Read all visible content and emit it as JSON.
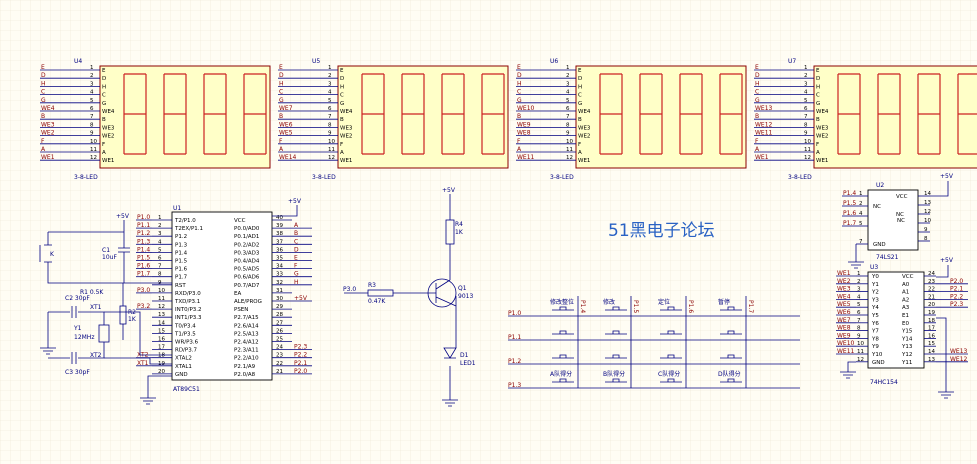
{
  "watermark": "51黑电子论坛",
  "power": "+5V",
  "displays": [
    {
      "ref": "U4",
      "part": "3-8-LED",
      "pins": [
        "E",
        "D",
        "H",
        "C",
        "G",
        "WE4",
        "B",
        "WE3",
        "WE2",
        "F",
        "A",
        "WE1"
      ],
      "nets": [
        "E",
        "D",
        "H",
        "C",
        "G",
        "WE4",
        "B",
        "WE3",
        "WE2",
        "F",
        "A",
        "WE1"
      ]
    },
    {
      "ref": "U5",
      "part": "3-8-LED",
      "pins": [
        "E",
        "D",
        "H",
        "C",
        "G",
        "WE4",
        "B",
        "WE3",
        "WE2",
        "F",
        "A",
        "WE1"
      ],
      "nets": [
        "E",
        "D",
        "H",
        "C",
        "G",
        "WE7",
        "B",
        "WE6",
        "WE5",
        "F",
        "A",
        "WE14"
      ]
    },
    {
      "ref": "U6",
      "part": "3-8-LED",
      "pins": [
        "E",
        "D",
        "H",
        "C",
        "G",
        "WE4",
        "B",
        "WE3",
        "WE2",
        "F",
        "A",
        "WE1"
      ],
      "nets": [
        "E",
        "D",
        "H",
        "C",
        "G",
        "WE10",
        "B",
        "WE9",
        "WE8",
        "F",
        "A",
        "WE11"
      ]
    },
    {
      "ref": "U7",
      "part": "3-8-LED",
      "pins": [
        "E",
        "D",
        "H",
        "C",
        "G",
        "WE4",
        "B",
        "WE3",
        "WE2",
        "F",
        "A",
        "WE1"
      ],
      "nets": [
        "E",
        "D",
        "H",
        "C",
        "G",
        "WE13",
        "B",
        "WE12",
        "WE11",
        "F",
        "A",
        "WE1"
      ]
    }
  ],
  "mcu": {
    "ref": "U1",
    "part": "AT89C51",
    "left": [
      {
        "n": "1",
        "l": "T2/P1.0"
      },
      {
        "n": "2",
        "l": "T2EX/P1.1"
      },
      {
        "n": "3",
        "l": "P1.2"
      },
      {
        "n": "4",
        "l": "P1.3"
      },
      {
        "n": "5",
        "l": "P1.4"
      },
      {
        "n": "6",
        "l": "P1.5"
      },
      {
        "n": "7",
        "l": "P1.6"
      },
      {
        "n": "8",
        "l": "P1.7"
      },
      {
        "n": "9",
        "l": "RST"
      },
      {
        "n": "10",
        "l": "RXD/P3.0"
      },
      {
        "n": "11",
        "l": "TXD/P3.1"
      },
      {
        "n": "12",
        "l": "INT0/P3.2"
      },
      {
        "n": "13",
        "l": "INT1/P3.3"
      },
      {
        "n": "14",
        "l": "T0/P3.4"
      },
      {
        "n": "15",
        "l": "T1/P3.5"
      },
      {
        "n": "16",
        "l": "WR/P3.6"
      },
      {
        "n": "17",
        "l": "RD/P3.7"
      },
      {
        "n": "18",
        "l": "XTAL2"
      },
      {
        "n": "19",
        "l": "XTAL1"
      },
      {
        "n": "20",
        "l": "GND"
      }
    ],
    "right": [
      {
        "n": "40",
        "l": "VCC"
      },
      {
        "n": "39",
        "l": "P0.0/AD0"
      },
      {
        "n": "38",
        "l": "P0.1/AD1"
      },
      {
        "n": "37",
        "l": "P0.2/AD2"
      },
      {
        "n": "36",
        "l": "P0.3/AD3"
      },
      {
        "n": "35",
        "l": "P0.4/AD4"
      },
      {
        "n": "34",
        "l": "P0.5/AD5"
      },
      {
        "n": "33",
        "l": "P0.6/AD6"
      },
      {
        "n": "32",
        "l": "P0.7/AD7"
      },
      {
        "n": "31",
        "l": "EA"
      },
      {
        "n": "30",
        "l": "ALE/PROG"
      },
      {
        "n": "29",
        "l": "PSEN"
      },
      {
        "n": "28",
        "l": "P2.7/A15"
      },
      {
        "n": "27",
        "l": "P2.6/A14"
      },
      {
        "n": "26",
        "l": "P2.5/A13"
      },
      {
        "n": "25",
        "l": "P2.4/A12"
      },
      {
        "n": "24",
        "l": "P2.3/A11"
      },
      {
        "n": "23",
        "l": "P2.2/A10"
      },
      {
        "n": "22",
        "l": "P2.1/A9"
      },
      {
        "n": "21",
        "l": "P2.0/A8"
      }
    ],
    "left_nets": [
      "P1.0",
      "P1.1",
      "P1.2",
      "P1.3",
      "P1.4",
      "P1.5",
      "P1.6",
      "P1.7",
      "",
      "P3.0",
      "",
      "P3.2",
      "",
      "",
      "",
      "",
      "",
      "XT2",
      "XT1",
      ""
    ],
    "right_nets": [
      "",
      "A",
      "B",
      "C",
      "D",
      "E",
      "F",
      "G",
      "H",
      "",
      "+5V",
      "",
      "",
      "",
      "",
      "",
      "P2.3",
      "P2.2",
      "P2.1",
      "P2.0"
    ]
  },
  "reset": {
    "switch": "K",
    "cap_ref": "C1",
    "cap_val": "10uF",
    "r1": "R1 0.5K",
    "r2_ref": "R2",
    "r2_val": "1K",
    "net": "P3.2"
  },
  "crystal": {
    "ref": "Y1",
    "freq": "12MHz",
    "c2": "C2 30pF",
    "c3": "C3 30pF",
    "xt1": "XT1",
    "xt2": "XT2"
  },
  "transistor": {
    "r3_ref": "R3",
    "r3_val": "0.47K",
    "net": "P3.0",
    "r4_ref": "R4",
    "r4_val": "1K",
    "q_ref": "Q1",
    "q_part": "9013",
    "led": "D1",
    "led_part": "LED1"
  },
  "keypad": {
    "rows": [
      "P1.0",
      "P1.1",
      "P1.2",
      "P1.3"
    ],
    "cols": [
      "P1.4",
      "P1.5",
      "P1.6",
      "P1.7"
    ],
    "labels": [
      "修改整位",
      "修改",
      "定位",
      "暂停",
      "",
      "",
      "",
      "",
      "",
      "",
      "",
      "",
      "A队得分",
      "B队得分",
      "C队得分",
      "D队得分"
    ]
  },
  "ls21": {
    "ref": "U2",
    "part": "74LS21",
    "left": [
      {
        "n": "1",
        "l": ""
      },
      {
        "n": "2",
        "l": "NC"
      },
      {
        "n": "4",
        "l": ""
      },
      {
        "n": "5",
        "l": ""
      },
      {
        "n": "7",
        "l": "GND"
      }
    ],
    "right": [
      {
        "n": "14",
        "l": "VCC"
      },
      {
        "n": "13",
        "l": ""
      },
      {
        "n": "12",
        "l": "NC"
      },
      {
        "n": "10",
        "l": ""
      },
      {
        "n": "9",
        "l": ""
      },
      {
        "n": "8",
        "l": ""
      }
    ],
    "left_nets": [
      "P1.4",
      "P1.5",
      "P1.6",
      "P1.7",
      ""
    ],
    "right_nets": [
      "+5V",
      "",
      "",
      "",
      "",
      ""
    ],
    "extra": [
      "NC",
      "NC"
    ]
  },
  "hc154": {
    "ref": "U3",
    "part": "74HC154",
    "left": [
      {
        "n": "1",
        "l": "Y0"
      },
      {
        "n": "2",
        "l": "Y1"
      },
      {
        "n": "3",
        "l": "Y2"
      },
      {
        "n": "4",
        "l": "Y3"
      },
      {
        "n": "5",
        "l": "Y4"
      },
      {
        "n": "6",
        "l": "Y5"
      },
      {
        "n": "7",
        "l": "Y6"
      },
      {
        "n": "8",
        "l": "Y7"
      },
      {
        "n": "9",
        "l": "Y8"
      },
      {
        "n": "10",
        "l": "Y9"
      },
      {
        "n": "11",
        "l": "Y10"
      },
      {
        "n": "12",
        "l": "GND"
      }
    ],
    "right": [
      {
        "n": "24",
        "l": "VCC"
      },
      {
        "n": "23",
        "l": "A0"
      },
      {
        "n": "22",
        "l": "A1"
      },
      {
        "n": "21",
        "l": "A2"
      },
      {
        "n": "20",
        "l": "A3"
      },
      {
        "n": "19",
        "l": "E1"
      },
      {
        "n": "18",
        "l": "E0"
      },
      {
        "n": "17",
        "l": "Y15"
      },
      {
        "n": "16",
        "l": "Y14"
      },
      {
        "n": "15",
        "l": "Y13"
      },
      {
        "n": "14",
        "l": "Y12"
      },
      {
        "n": "13",
        "l": "Y11"
      }
    ],
    "left_nets": [
      "WE1",
      "WE2",
      "WE3",
      "WE4",
      "WE5",
      "WE6",
      "WE7",
      "WE8",
      "WE9",
      "WE10",
      "WE11",
      ""
    ],
    "right_nets": [
      "+5V",
      "P2.0",
      "P2.1",
      "P2.2",
      "P2.3",
      "",
      "",
      "",
      "",
      "",
      "WE13",
      "WE12"
    ]
  }
}
